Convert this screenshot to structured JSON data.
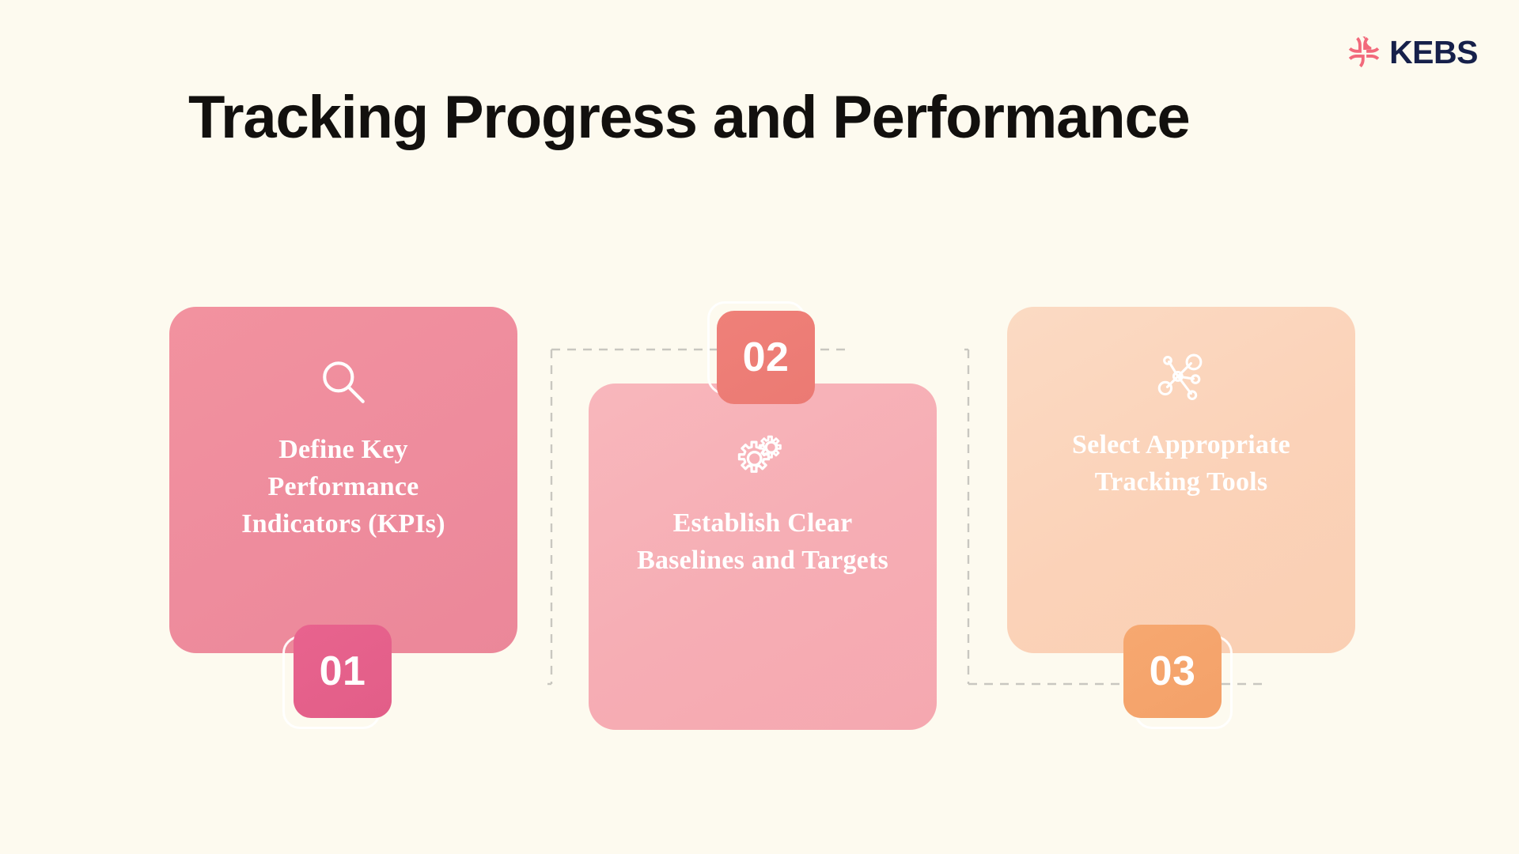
{
  "brand": {
    "name": "KEBS",
    "mark_icon": "kebs-four-point-star-logo",
    "mark_color": "#F2697B",
    "name_color": "#16204A"
  },
  "header": {
    "title": "Tracking Progress and Performance"
  },
  "canvas": {
    "background_color": "#FDFAEF"
  },
  "connectors": [
    {
      "name": "connector-step-1-to-2",
      "style": "dashed",
      "color": "#C9C7C0"
    },
    {
      "name": "connector-step-2-to-3",
      "style": "dashed",
      "color": "#C9C7C0"
    }
  ],
  "steps": [
    {
      "number": "01",
      "title": "Define Key Performance Indicators (KPIs)",
      "icon": "magnifier-search-icon",
      "card_color": "#EE8C9D",
      "badge_color": "#E2638E",
      "badge_position": "bottom"
    },
    {
      "number": "02",
      "title": "Establish Clear Baselines and Targets",
      "icon": "gears-settings-icon",
      "card_color": "#F6ADB4",
      "badge_color": "#EB7A73",
      "badge_position": "top"
    },
    {
      "number": "03",
      "title": "Select Appropriate Tracking Tools",
      "icon": "network-nodes-icon",
      "card_color": "#FAD2B8",
      "badge_color": "#F4A169",
      "badge_position": "bottom"
    }
  ]
}
